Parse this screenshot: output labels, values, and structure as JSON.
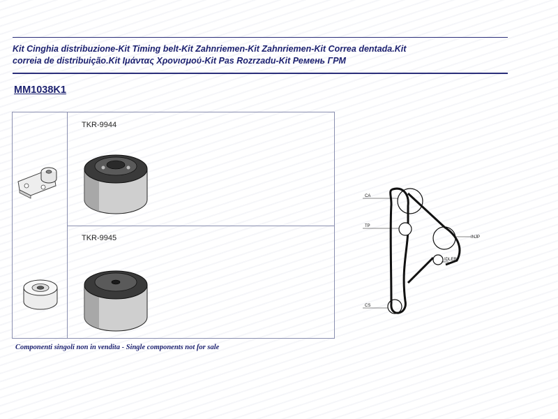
{
  "header": {
    "title_line1": "Kit Cinghia distribuzione-Kit Timing belt-Kit Zahnriemen-Kit Zahnriemen-Kit Correa dentada.Kit",
    "title_line2": "correia de distribuição.Kit Ιμάντας Χρονισμού-Kit Pas Rozrzadu-Kit Ремень ГРМ",
    "kit_code": "MM1038K1"
  },
  "parts": [
    {
      "code": "TKR-9944",
      "icon": "tensioner-pulley-icon"
    },
    {
      "code": "TKR-9945",
      "icon": "idler-pulley-icon"
    }
  ],
  "diagram": {
    "labels": {
      "camshaft": "CA",
      "tensioner": "TP",
      "injection_pump": "INJP",
      "idler": "IDLER",
      "crankshaft": "CS"
    }
  },
  "footer": {
    "note": "Componenti singoli non in vendita - Single components not for sale"
  },
  "colors": {
    "text_primary": "#1d2270",
    "rule": "#2b2f7a"
  }
}
